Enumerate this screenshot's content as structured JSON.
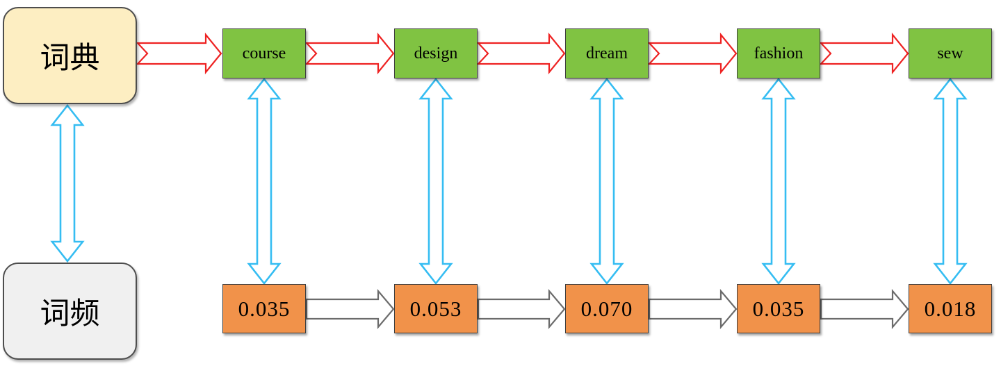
{
  "diagram": {
    "title": "word-frequency chain diagram",
    "colors": {
      "dictionary_box": "#fdeec2",
      "frequency_box": "#f0f0f0",
      "word_box": "#80c342",
      "value_box": "#f1924a",
      "word_arrow": "#ee2222",
      "value_arrow": "#6b6b6b",
      "link_arrow": "#35bdf2",
      "border": "#3f3f3f"
    }
  },
  "categories": [
    {
      "id": "dictionary",
      "label": "词典"
    },
    {
      "id": "frequency",
      "label": "词频"
    }
  ],
  "columns": [
    {
      "word": "course",
      "value": "0.035"
    },
    {
      "word": "design",
      "value": "0.053"
    },
    {
      "word": "dream",
      "value": "0.070"
    },
    {
      "word": "fashion",
      "value": "0.035"
    },
    {
      "word": "sew",
      "value": "0.018"
    }
  ],
  "arrows": {
    "word_chain_label": "dictionary-to-word sequence arrow",
    "value_chain_label": "frequency value sequence arrow",
    "link_label": "word-to-frequency bidirectional link"
  }
}
